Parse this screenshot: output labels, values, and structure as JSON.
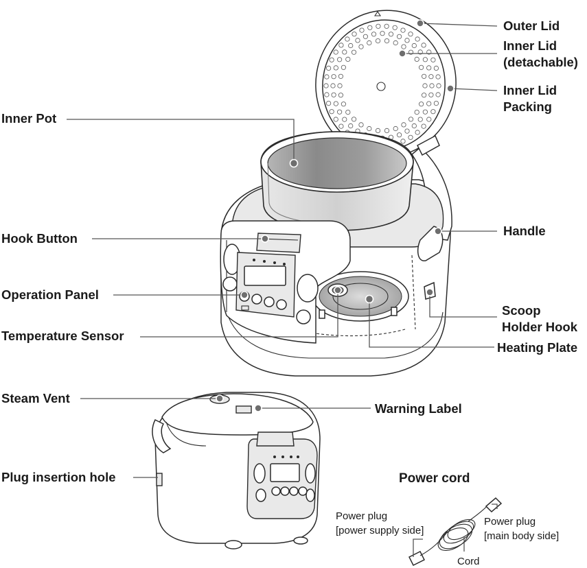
{
  "labels": {
    "outer_lid": "Outer Lid",
    "inner_lid_1": "Inner Lid",
    "inner_lid_2": "(detachable)",
    "inner_lid_packing_1": "Inner Lid",
    "inner_lid_packing_2": "Packing",
    "inner_pot": "Inner Pot",
    "handle": "Handle",
    "hook_button": "Hook Button",
    "operation_panel": "Operation Panel",
    "scoop_holder_hook_1": "Scoop",
    "scoop_holder_hook_2": "Holder Hook",
    "temperature_sensor": "Temperature Sensor",
    "heating_plate": "Heating Plate",
    "steam_vent": "Steam Vent",
    "warning_label": "Warning Label",
    "plug_insertion_hole": "Plug insertion hole",
    "power_cord": "Power cord",
    "power_plug_supply_1": "Power plug",
    "power_plug_supply_2": "[power supply side]",
    "power_plug_body_1": "Power plug",
    "power_plug_body_2": "[main body side]",
    "cord": "Cord"
  },
  "colors": {
    "outline": "#2b2b2b",
    "pot_gray": "#8f8f8f",
    "panel_gray": "#e6e6e6",
    "leader": "#555555"
  }
}
